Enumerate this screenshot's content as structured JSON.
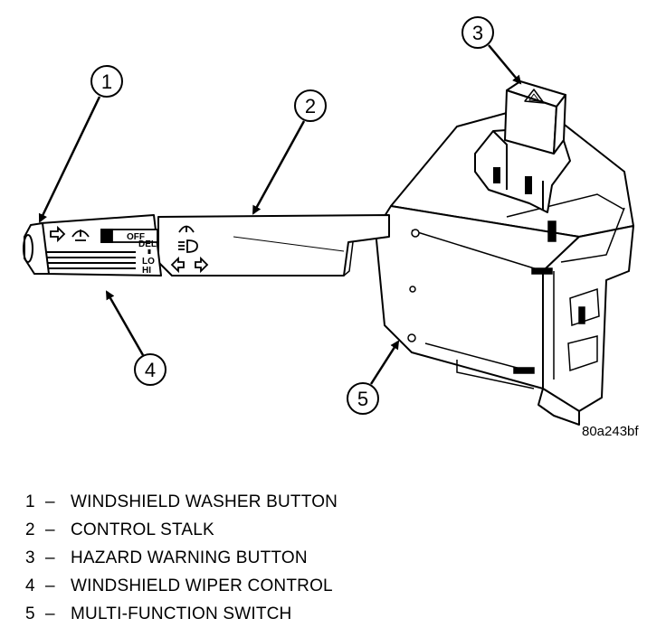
{
  "figure": {
    "reference_code": "80a243bf",
    "stalk_labels": {
      "off": "OFF",
      "del": "DEL",
      "lo": "LO",
      "hi": "HI"
    },
    "callouts": [
      {
        "number": "1"
      },
      {
        "number": "2"
      },
      {
        "number": "3"
      },
      {
        "number": "4"
      },
      {
        "number": "5"
      }
    ]
  },
  "legend": [
    {
      "number": "1",
      "dash": "–",
      "text": "WINDSHIELD WASHER BUTTON"
    },
    {
      "number": "2",
      "dash": "–",
      "text": "CONTROL STALK"
    },
    {
      "number": "3",
      "dash": "–",
      "text": "HAZARD WARNING BUTTON"
    },
    {
      "number": "4",
      "dash": "–",
      "text": "WINDSHIELD WIPER CONTROL"
    },
    {
      "number": "5",
      "dash": "–",
      "text": "MULTI-FUNCTION SWITCH"
    }
  ]
}
